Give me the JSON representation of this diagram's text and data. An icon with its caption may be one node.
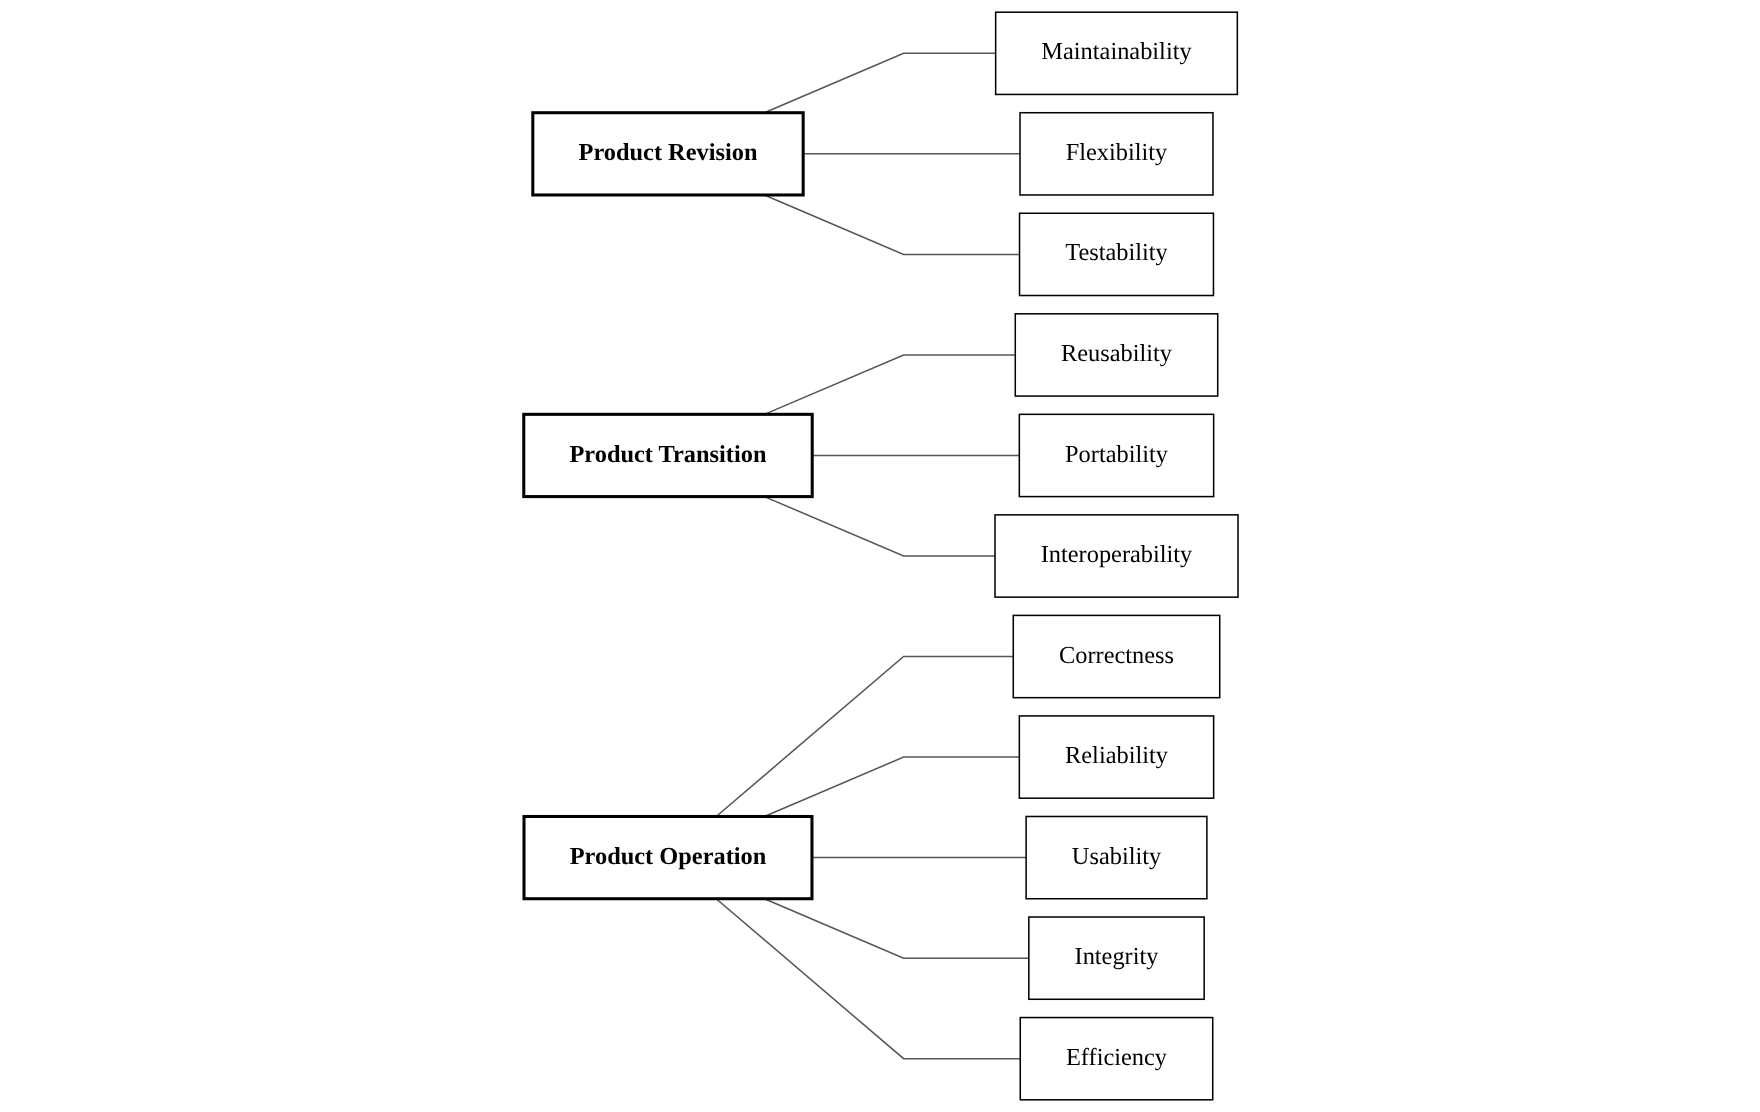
{
  "diagram": {
    "nodes": [
      {
        "text": [
          "Product Revision"
        ]
      },
      {
        "text": [
          "Maintainability"
        ]
      },
      {
        "text": [
          "Flexibility"
        ]
      },
      {
        "text": [
          "Testability"
        ]
      },
      {
        "text": [
          "Product Transition"
        ]
      },
      {
        "text": [
          "Reusability"
        ]
      },
      {
        "text": [
          "Portability"
        ]
      },
      {
        "text": [
          "Interoperability"
        ]
      },
      {
        "text": [
          "Product Operation"
        ]
      },
      {
        "text": [
          "Correctness"
        ]
      },
      {
        "text": [
          "Reliability"
        ]
      },
      {
        "text": [
          "Usability"
        ]
      },
      {
        "text": [
          "Integrity"
        ]
      },
      {
        "text": [
          "Efficiency"
        ]
      }
    ],
    "edges": [
      {
        "from": 0,
        "to": 1,
        "arrow": "none"
      },
      {
        "from": 0,
        "to": 2,
        "arrow": "none"
      },
      {
        "from": 0,
        "to": 3,
        "arrow": "none"
      },
      {
        "from": 4,
        "to": 5,
        "arrow": "none"
      },
      {
        "from": 4,
        "to": 6,
        "arrow": "none"
      },
      {
        "from": 4,
        "to": 7,
        "arrow": "none"
      },
      {
        "from": 8,
        "to": 9,
        "arrow": "none"
      },
      {
        "from": 8,
        "to": 10,
        "arrow": "none"
      },
      {
        "from": 8,
        "to": 11,
        "arrow": "none"
      },
      {
        "from": 8,
        "to": 12,
        "arrow": "none"
      },
      {
        "from": 8,
        "to": 13,
        "arrow": "none"
      }
    ]
  }
}
